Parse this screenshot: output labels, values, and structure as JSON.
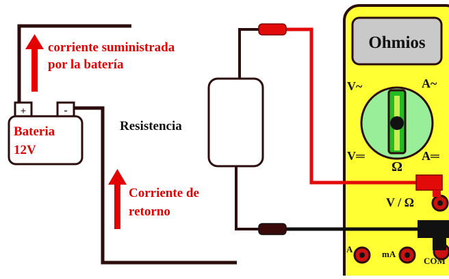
{
  "labels": {
    "supplied_line1": "corriente suministrada",
    "supplied_line2": "por la batería",
    "return_line1": "Corriente de",
    "return_line2": "retorno",
    "resistor": "Resistencia",
    "battery_line1": "Bateria",
    "battery_line2": "12V",
    "battery_plus": "+",
    "battery_minus": "-"
  },
  "multimeter": {
    "display": "Ohmios",
    "v_ac": "V~",
    "a_ac": "A~",
    "v_dc": "V═",
    "a_dc": "A═",
    "ohm": "Ω",
    "port_v_ohm": "V / Ω",
    "port_a": "A",
    "port_ma": "mA",
    "port_com": "COM"
  },
  "colors": {
    "wire_dark": "#2b0d0d",
    "wire_red": "#e30a0a",
    "label_red": "#e30000",
    "meter_yellow": "#ffff33",
    "display_grey": "#c9c9c9",
    "dial_green": "#99ee99",
    "jack_red": "#cc1111"
  }
}
